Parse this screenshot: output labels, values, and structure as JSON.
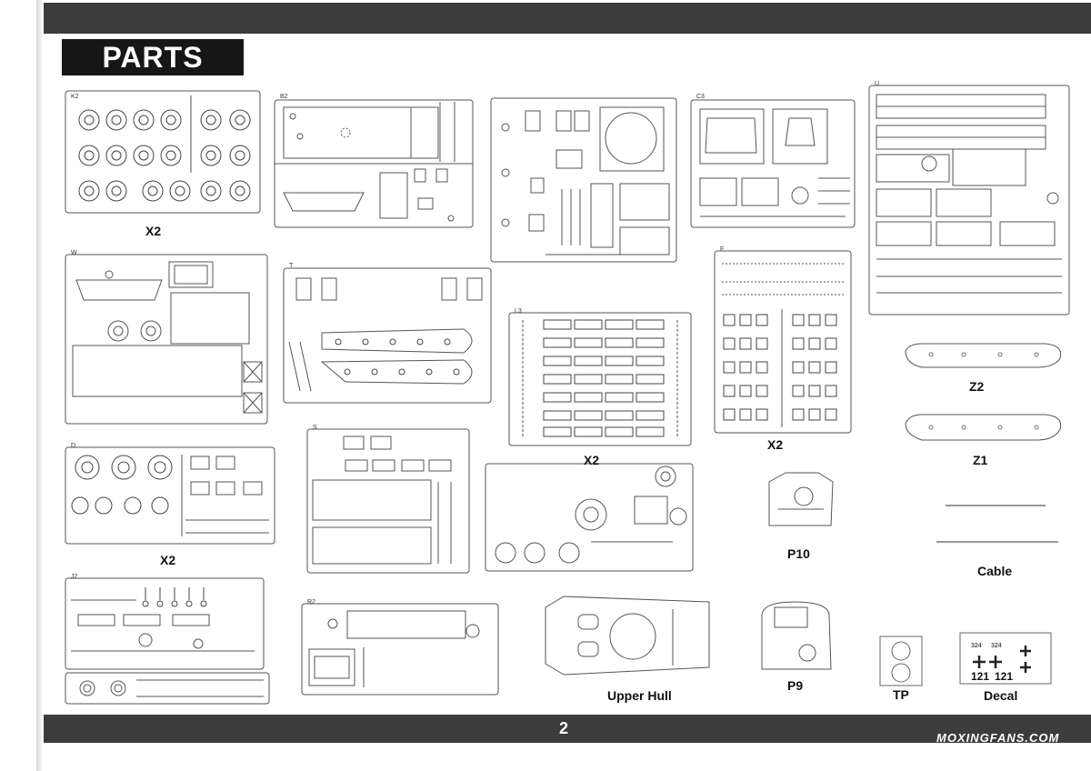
{
  "header": {
    "title": "PARTS"
  },
  "footer": {
    "page_number": "2",
    "watermark": "MOXINGFANS.COM"
  },
  "labels": {
    "k2_qty": "X2",
    "l3_qty": "X2",
    "f_qty": "X2",
    "d_qty": "X2",
    "z2": "Z2",
    "z1": "Z1",
    "p10": "P10",
    "cable": "Cable",
    "upper_hull": "Upper Hull",
    "p9": "P9",
    "tp": "TP",
    "decal": "Decal"
  },
  "sprue_codes": {
    "k2": "K2",
    "b2": "B2",
    "c3": "C3",
    "u": "U",
    "w": "W",
    "t": "T",
    "l3": "L3",
    "f": "F",
    "d": "D",
    "s": "S",
    "j2": "J2",
    "r2": "R2"
  },
  "decal_markings": {
    "number_1": "121",
    "number_2": "121",
    "small_1": "324",
    "small_2": "324"
  }
}
